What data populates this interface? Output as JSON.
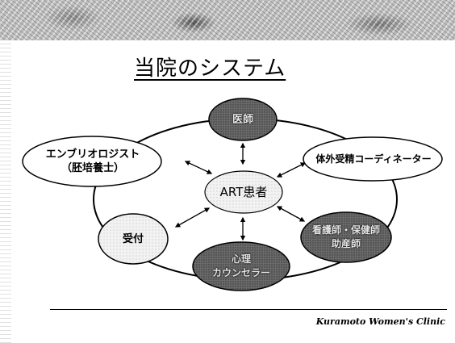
{
  "title": "当院のシステム",
  "nodes": {
    "doctor": "医師",
    "embryologist": "エンブリオロジスト\n（胚培養士）",
    "coordinator": "体外受精コーディネーター",
    "patient": "ART患者",
    "reception": "受付",
    "nurse": "看護師・保健師\n助産師",
    "counselor": "心理\nカウンセラー"
  },
  "footer": "Kuramoto Women's Clinic",
  "colors": {
    "dark_node": "#5a5a5a",
    "mid_node": "#9a9a9a",
    "light_node": "#ffffff",
    "outline": "#000000"
  }
}
